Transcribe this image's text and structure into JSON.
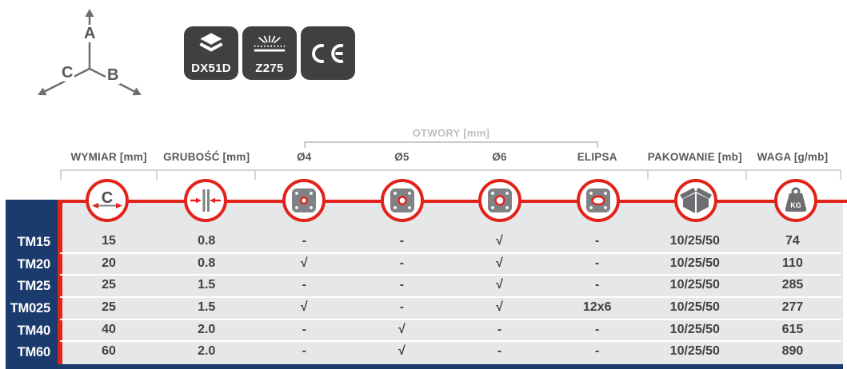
{
  "diagram": {
    "axis_top": "A",
    "axis_right": "B",
    "axis_left": "C"
  },
  "badges": [
    {
      "id": "dx51d",
      "label": "DX51D",
      "icon": "layers-icon"
    },
    {
      "id": "z275",
      "label": "Z275",
      "icon": "coating-icon"
    },
    {
      "id": "ce",
      "label": "",
      "icon": "ce-mark-icon"
    }
  ],
  "table": {
    "group_header": "OTWORY [mm]",
    "columns": [
      {
        "label": "WYMIAR [mm]",
        "icon": "dimension-c-icon"
      },
      {
        "label": "GRUBOŚĆ [mm]",
        "icon": "thickness-icon"
      },
      {
        "label": "Ø4",
        "icon": "hole-d4-icon"
      },
      {
        "label": "Ø5",
        "icon": "hole-d5-icon"
      },
      {
        "label": "Ø6",
        "icon": "hole-d6-icon"
      },
      {
        "label": "ELIPSA",
        "icon": "ellipse-hole-icon"
      },
      {
        "label": "PAKOWANIE [mb]",
        "icon": "package-box-icon"
      },
      {
        "label": "WAGA [g/mb]",
        "icon": "weight-kg-icon"
      }
    ],
    "rows": [
      {
        "name": "TM15",
        "values": [
          "15",
          "0.8",
          "-",
          "-",
          "√",
          "-",
          "10/25/50",
          "74"
        ]
      },
      {
        "name": "TM20",
        "values": [
          "20",
          "0.8",
          "√",
          "-",
          "√",
          "-",
          "10/25/50",
          "110"
        ]
      },
      {
        "name": "TM25",
        "values": [
          "25",
          "1.5",
          "-",
          "-",
          "√",
          "-",
          "10/25/50",
          "285"
        ]
      },
      {
        "name": "TM025",
        "values": [
          "25",
          "1.5",
          "√",
          "-",
          "√",
          "12x6",
          "10/25/50",
          "277"
        ]
      },
      {
        "name": "TM40",
        "values": [
          "40",
          "2.0",
          "-",
          "√",
          "-",
          "-",
          "10/25/50",
          "615"
        ]
      },
      {
        "name": "TM60",
        "values": [
          "60",
          "2.0",
          "-",
          "√",
          "-",
          "-",
          "10/25/50",
          "890"
        ]
      }
    ]
  },
  "colors": {
    "navy": "#1b3a6d",
    "red": "#e2231a",
    "table_bg": "#e6e7e9",
    "badge_bg": "#3f4042",
    "header_text": "#58595b",
    "group_label": "#bdbfc1"
  }
}
